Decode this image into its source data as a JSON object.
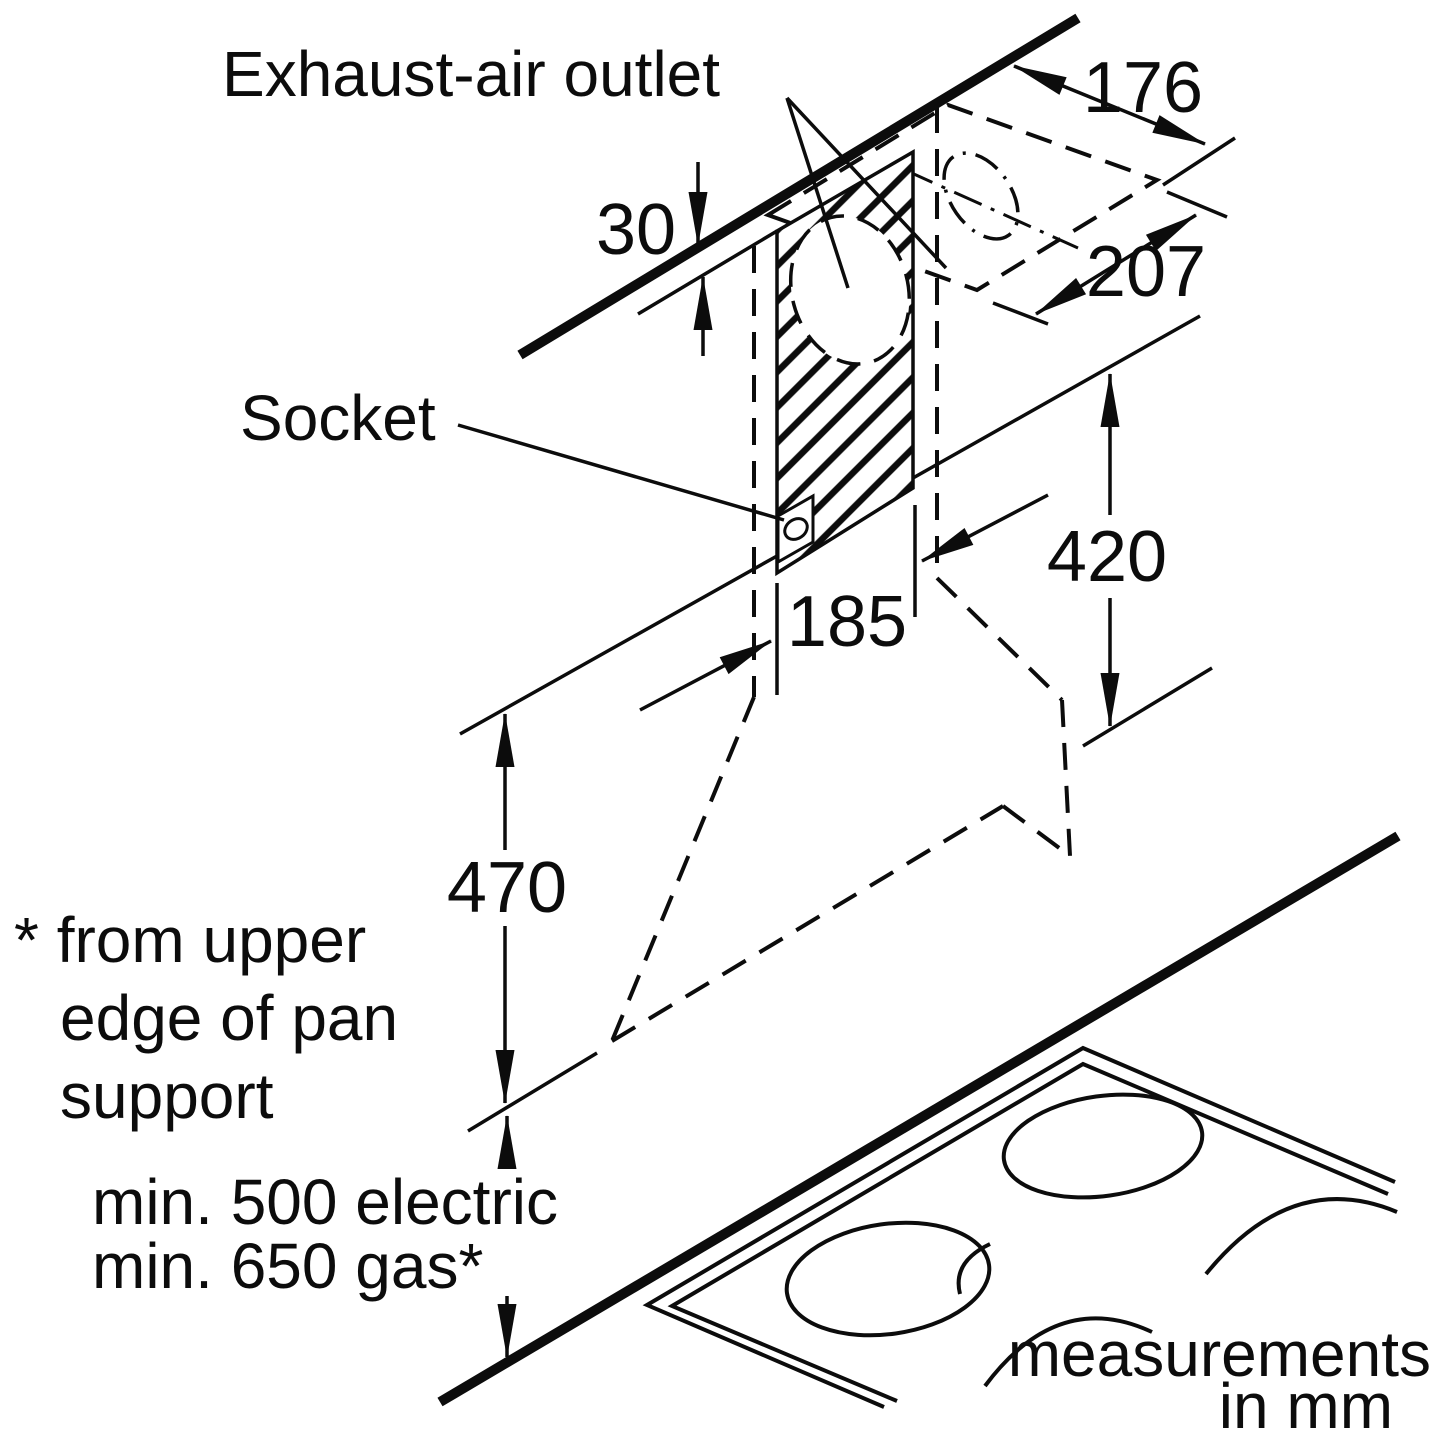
{
  "diagram": {
    "title": "Exhaust-air outlet",
    "labels": {
      "exhaust_outlet": "Exhaust-air outlet",
      "socket": "Socket"
    },
    "dimensions": {
      "outlet_width_mm": "176",
      "ceiling_offset_mm": "30",
      "outlet_depth_mm": "207",
      "upper_section_mm": "420",
      "duct_cutout_width_mm": "185",
      "hood_section_mm": "470"
    },
    "footnote": [
      "* from upper",
      "edge of pan",
      "support"
    ],
    "clearance": [
      "min. 500 electric",
      "min. 650 gas*"
    ],
    "note": [
      "measurements",
      "in mm"
    ],
    "colors": {
      "ink": "#0c0c0c",
      "background": "#ffffff"
    }
  }
}
